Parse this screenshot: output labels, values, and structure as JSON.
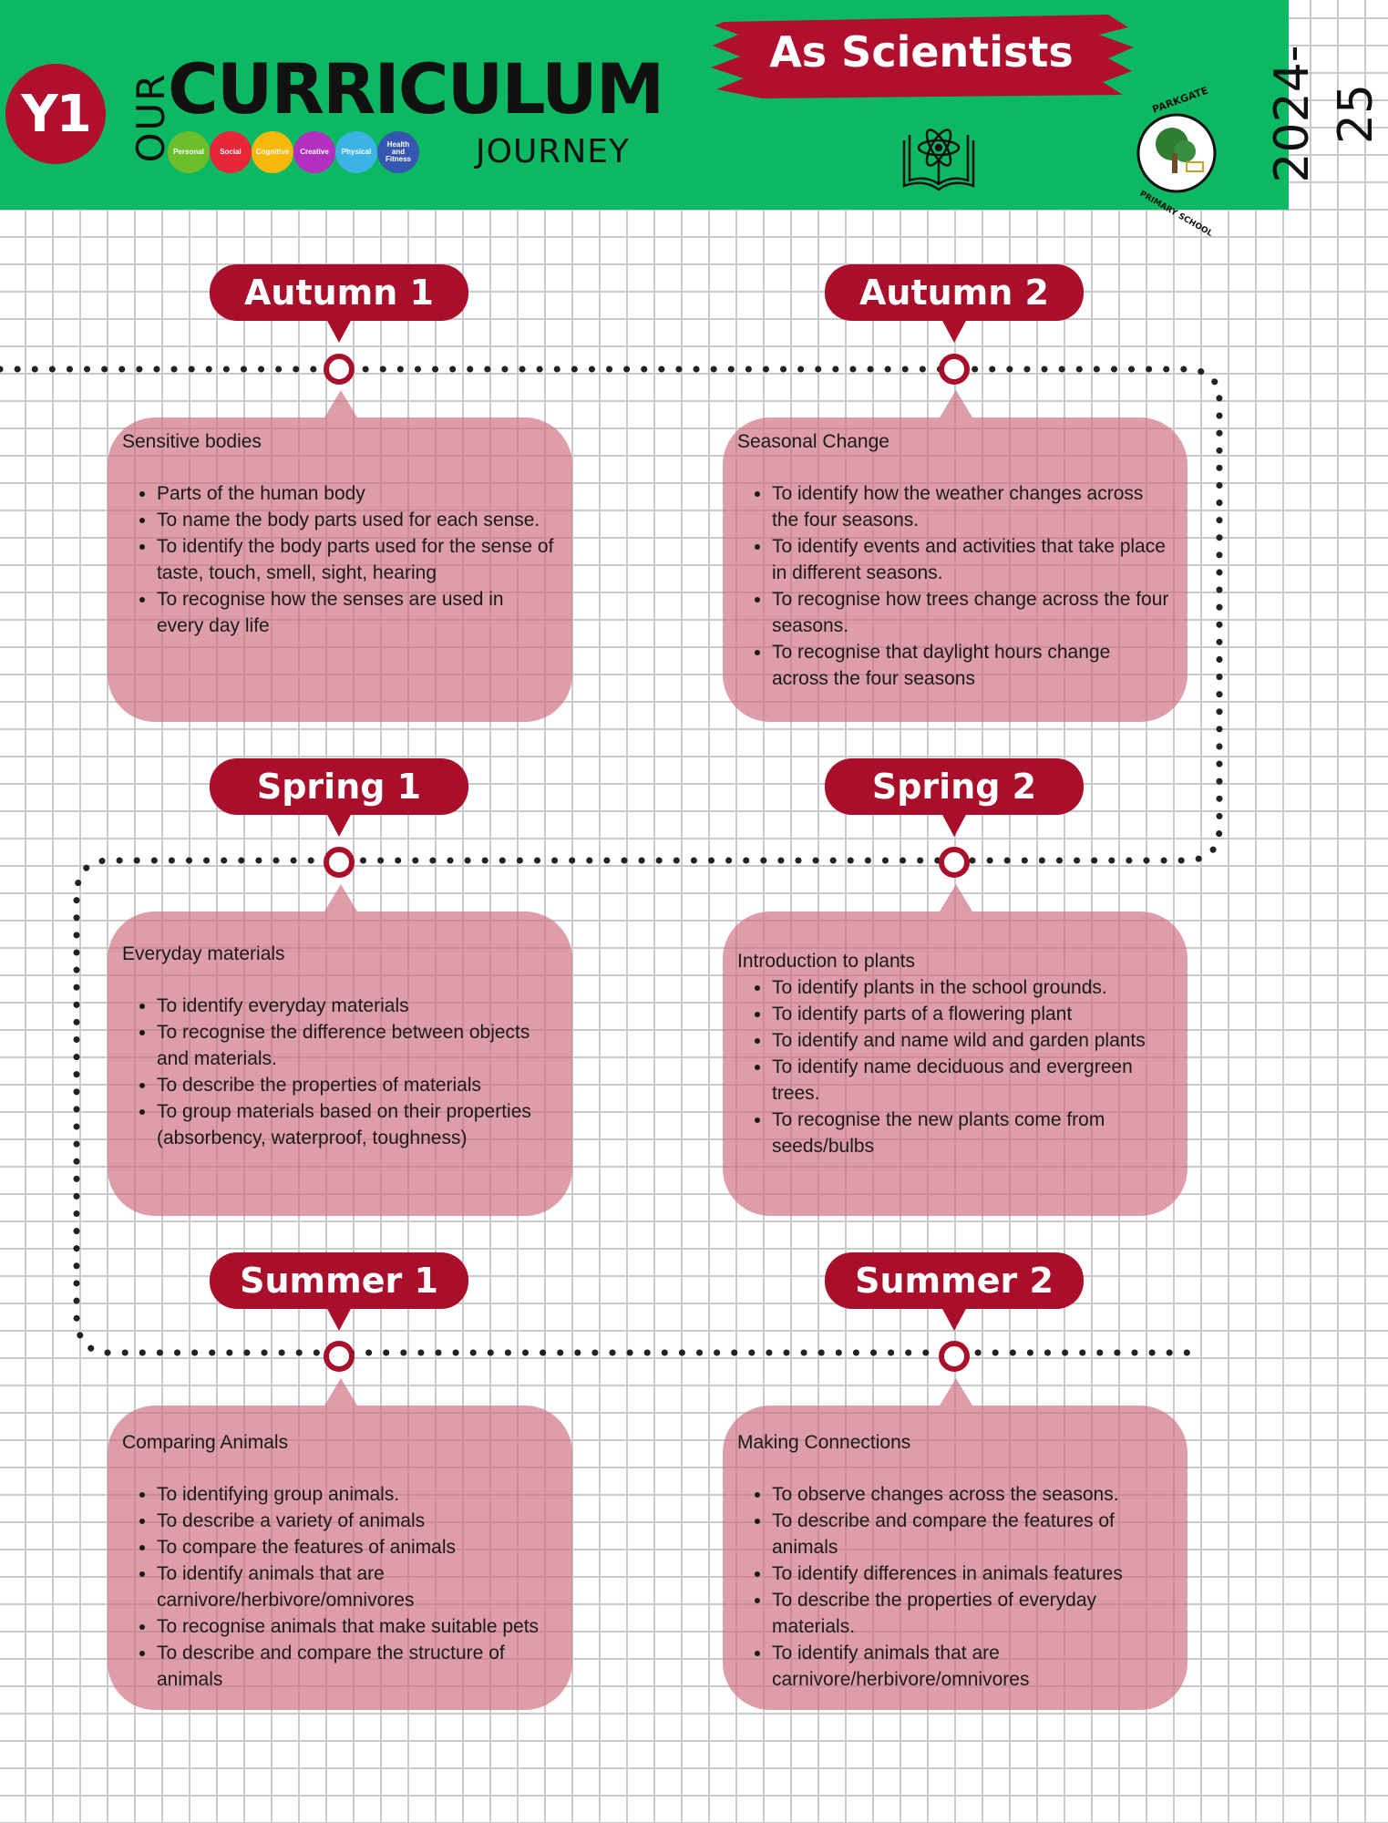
{
  "header": {
    "year_badge": "Y1",
    "our": "OUR",
    "curriculum": "CURRICULUM",
    "journey": "JOURNEY",
    "subject": "As Scientists",
    "academic_year": "2024-25",
    "school": "PARKGATE PRIMARY SCHOOL",
    "themes": [
      {
        "label": "Personal",
        "color": "#6cbf2a"
      },
      {
        "label": "Social",
        "color": "#e8263a"
      },
      {
        "label": "Cognitive",
        "color": "#f5b90e"
      },
      {
        "label": "Creative",
        "color": "#b22fc1"
      },
      {
        "label": "Physical",
        "color": "#3bb4e5"
      },
      {
        "label": "Health and Fitness",
        "color": "#3557b0"
      }
    ]
  },
  "colors": {
    "header_green": "#0db862",
    "accent_red": "#a90f2a",
    "card_pink": "#dd9aa6"
  },
  "terms": [
    {
      "name": "Autumn 1",
      "topic": "Sensitive bodies",
      "bullets": [
        " Parts of the human body",
        "To name the body parts used for each sense.",
        "To identify the body parts used for the sense of taste, touch, smell, sight, hearing",
        "To recognise how the senses are used in every day life"
      ]
    },
    {
      "name": "Autumn 2",
      "topic": "Seasonal Change",
      "bullets": [
        "To identify how the weather changes across the four seasons.",
        "To identify events and activities that take place in different seasons.",
        "To recognise how trees change across the four seasons.",
        "To recognise that daylight hours change across the four seasons"
      ]
    },
    {
      "name": "Spring 1",
      "topic": "Everyday materials",
      "bullets": [
        "To identify everyday materials",
        "To recognise the difference between objects and materials.",
        "To describe the properties of materials",
        "To group materials based on their properties (absorbency, waterproof, toughness)"
      ]
    },
    {
      "name": "Spring 2",
      "topic": "Introduction to plants",
      "bullets": [
        "To identify plants in the school grounds.",
        "To identify parts of a flowering plant",
        "To identify and name wild and garden plants",
        "To identify name deciduous and evergreen trees.",
        "To recognise the new plants come from seeds/bulbs"
      ]
    },
    {
      "name": "Summer 1",
      "topic": "Comparing Animals",
      "bullets": [
        "To identifying group animals.",
        "To describe a variety of animals",
        "To compare the features of animals",
        "To identify animals that are carnivore/herbivore/omnivores",
        "To recognise animals that make suitable pets",
        "To describe and compare the structure of animals"
      ]
    },
    {
      "name": "Summer 2",
      "topic": "Making Connections",
      "bullets": [
        "To observe  changes across the seasons.",
        "To describe and compare the features of animals",
        "To identify differences in animals features",
        "To describe the properties of everyday materials.",
        "To identify animals that are carnivore/herbivore/omnivores"
      ]
    }
  ]
}
